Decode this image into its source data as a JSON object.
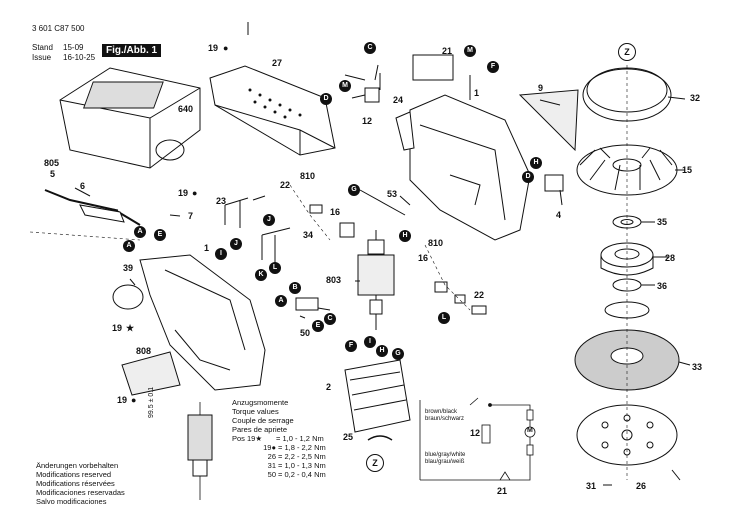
{
  "header": {
    "doc_number": "3 601 C87 500",
    "stand_label": "Stand",
    "stand_value": "15-09",
    "issue_label": "Issue",
    "issue_value": "16-10-25",
    "figure_label": "Fig./Abb. 1"
  },
  "parts": {
    "p19a": "19",
    "p27": "27",
    "p21a": "21",
    "pZ1": "Z",
    "p640": "640",
    "p12": "12",
    "p24": "24",
    "p1a": "1",
    "p9": "9",
    "p32": "32",
    "p805": "805",
    "p5": "5",
    "p6": "6",
    "p19b": "19",
    "p7": "7",
    "p23": "23",
    "p810a": "810",
    "p22a": "22",
    "p16a": "16",
    "p53": "53",
    "p4": "4",
    "p15": "15",
    "p35": "35",
    "p1b": "1",
    "p34": "34",
    "p39": "39",
    "p803": "803",
    "p810b": "810",
    "p16b": "16",
    "p22b": "22",
    "p28": "28",
    "p36": "36",
    "p19c": "19",
    "p808": "808",
    "p50": "50",
    "p2": "2",
    "p33": "33",
    "p19d": "19",
    "p25": "25",
    "p21b": "21",
    "p31": "31",
    "p26": "26",
    "pZ2": "Z"
  },
  "connectors": {
    "C": "C",
    "M": "M",
    "D": "D",
    "F": "F",
    "H": "H",
    "G": "G",
    "J": "J",
    "K": "K",
    "L": "L",
    "A": "A",
    "B": "B",
    "I": "I",
    "E": "E"
  },
  "symbols": {
    "dot": "●",
    "star": "★"
  },
  "dimension": "99.5 ± 0.1",
  "torque": {
    "title_de": "Anzugsmomente",
    "title_en": "Torque values",
    "title_fr": "Couple de serrage",
    "title_es": "Pares de apriete",
    "rows": [
      {
        "pos": "Pos 19★",
        "value": "= 1,0 - 1,2 Nm"
      },
      {
        "pos": "19●",
        "value": "= 1,8 - 2,2 Nm"
      },
      {
        "pos": "26",
        "value": "= 2,2 - 2,5 Nm"
      },
      {
        "pos": "31",
        "value": "= 1,0 - 1,3 Nm"
      },
      {
        "pos": "50",
        "value": "= 0,2 - 0,4 Nm"
      }
    ]
  },
  "notes": [
    "Änderungen vorbehalten",
    "Modifications reserved",
    "Modifications réservées",
    "Modificaciones reservadas",
    "Salvo modificaciones"
  ],
  "wiring": {
    "brown": "brown/black",
    "brown2": "braun/schwarz",
    "blue": "blue/gray/white",
    "blue2": "blau/grau/weiß",
    "cap_label": "12",
    "motor_label": "M",
    "bottom_label": "21"
  }
}
